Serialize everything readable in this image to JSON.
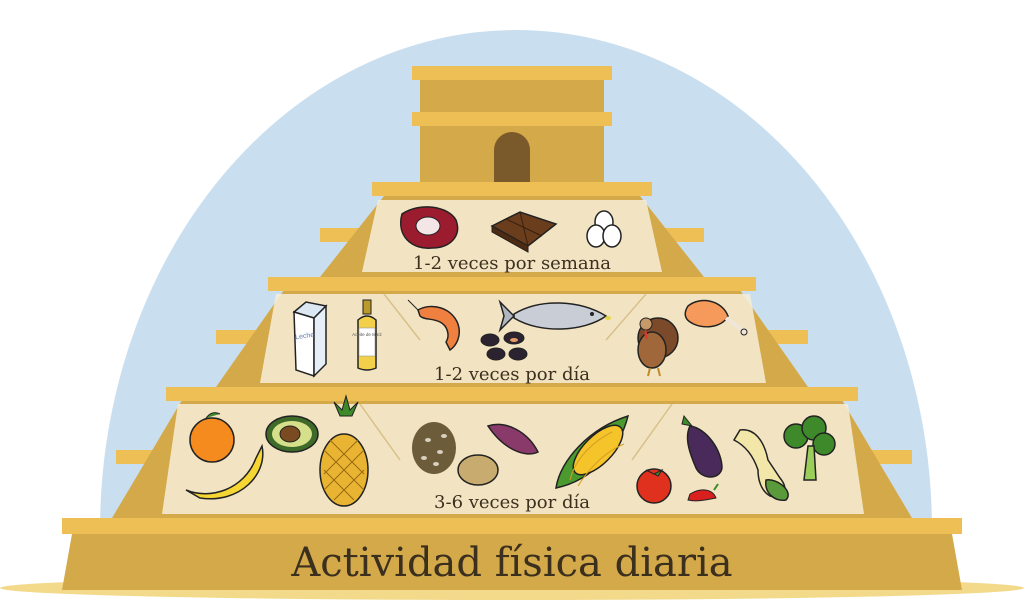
{
  "pyramid": {
    "base_label": "Actividad física diaria",
    "tiers": [
      {
        "frequency": "1-2 veces por semana",
        "foods": [
          "meat-icon",
          "chocolate-icon",
          "eggs-icon"
        ]
      },
      {
        "frequency": "1-2 veces por día",
        "foods": [
          "milk-carton-icon",
          "corn-oil-bottle-icon",
          "shrimp-icon",
          "fish-icon",
          "mussels-icon",
          "turkey-icon",
          "chicken-leg-icon"
        ]
      },
      {
        "frequency": "3-6 veces por día",
        "foods": [
          "orange-icon",
          "avocado-icon",
          "banana-icon",
          "pineapple-icon",
          "beans-icon",
          "sweet-potato-icon",
          "potato-icon",
          "corn-icon",
          "eggplant-icon",
          "squash-icon",
          "broccoli-icon",
          "tomato-icon",
          "chili-icon"
        ]
      }
    ],
    "product_labels": {
      "milk": "Leche",
      "oil": "Aceite de Maíz"
    }
  },
  "colors": {
    "sky": "#c9dff0",
    "stone": "#d4a94a",
    "stone_light": "#eebf55",
    "stone_dark": "#b48a35",
    "panel": "#f7eed8",
    "door": "#7a5a2a",
    "ground": "#f3d98a",
    "text": "#3b2f1e"
  }
}
